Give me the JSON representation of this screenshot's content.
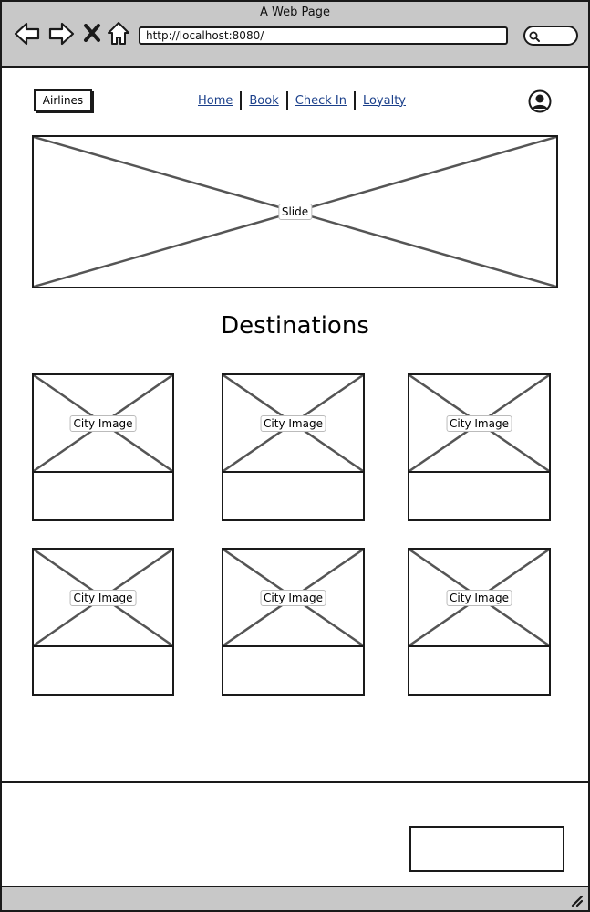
{
  "window": {
    "title": "A Web Page"
  },
  "browser": {
    "url": "http://localhost:8080/",
    "icons": [
      "back-arrow-icon",
      "forward-arrow-icon",
      "close-x-icon",
      "home-icon",
      "search-icon"
    ]
  },
  "header": {
    "logo_label": "Airlines",
    "nav": [
      {
        "label": "Home"
      },
      {
        "label": "Book"
      },
      {
        "label": "Check In"
      },
      {
        "label": "Loyalty"
      }
    ],
    "user_icon": "user-avatar-icon"
  },
  "hero": {
    "label": "Slide"
  },
  "destinations": {
    "heading": "Destinations",
    "cards": [
      {
        "image_label": "City Image"
      },
      {
        "image_label": "City Image"
      },
      {
        "image_label": "City Image"
      },
      {
        "image_label": "City Image"
      },
      {
        "image_label": "City Image"
      },
      {
        "image_label": "City Image"
      }
    ]
  },
  "colors": {
    "chrome": "#c8c8c8",
    "link": "#1a3f8a",
    "stroke": "#1a1a1a"
  }
}
